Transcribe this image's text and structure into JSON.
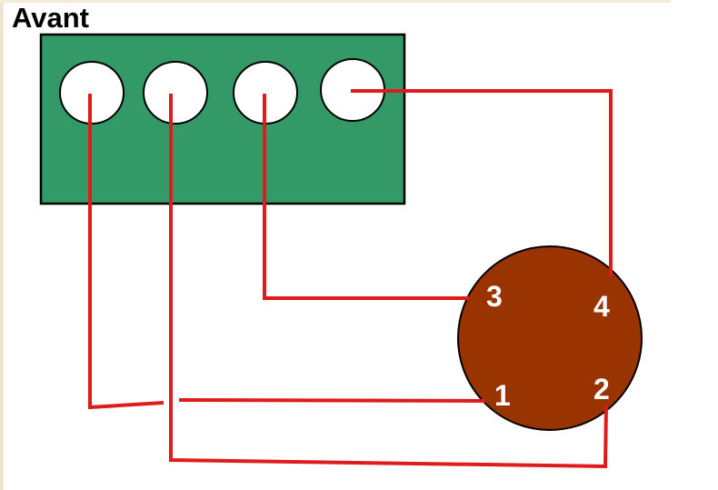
{
  "title": "Avant",
  "colors": {
    "block_fill": "#339966",
    "socket_fill": "#ffffff",
    "connector_fill": "#993300",
    "wire": "#e01b1b",
    "outline": "#000000",
    "label_text": "#ffffff"
  },
  "connector": {
    "pins": [
      {
        "label": "3"
      },
      {
        "label": "4"
      },
      {
        "label": "1"
      },
      {
        "label": "2"
      }
    ]
  }
}
